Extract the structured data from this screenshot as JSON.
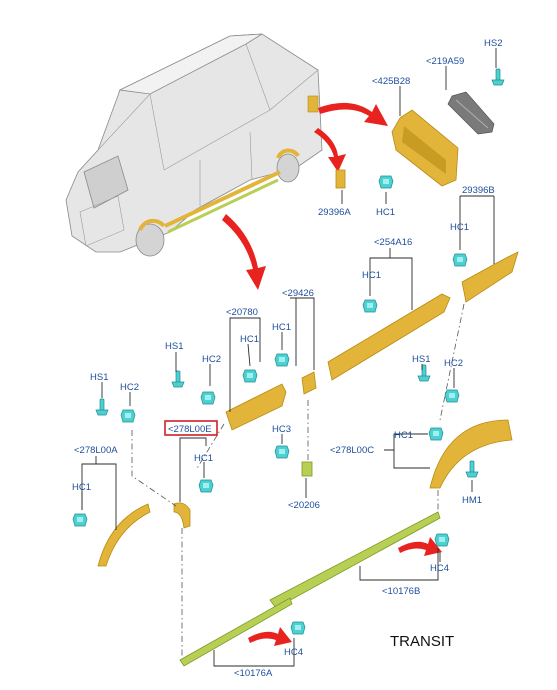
{
  "title": "TRANSIT",
  "colors": {
    "label": "#1f4e9c",
    "part": "#e2b53a",
    "green_part": "#b7cf55",
    "clip": "#4fcfcf",
    "arrow": "#e8231f",
    "highlight": "#d21f26"
  },
  "labels": {
    "hs2": "HS2",
    "l219a59": "<219A59",
    "l425b28": "<425B28",
    "hc1_top": "HC1",
    "l29396a": "29396A",
    "l29396b": "29396B",
    "hc1_right": "HC1",
    "l254a16": "<254A16",
    "hc1_mid": "HC1",
    "l29426": "<29426",
    "l20780": "<20780",
    "hc1_20780": "HC1",
    "hc1_29426": "HC1",
    "hs1_left": "HS1",
    "hc2_left": "HC2",
    "hs1_center": "HS1",
    "hc2_center": "HC2",
    "l278l00e": "<278L00E",
    "hc1_278l00e": "HC1",
    "l278l00a": "<278L00A",
    "hc1_278l00a": "HC1",
    "hc3": "HC3",
    "l20206": "<20206",
    "hs1_right": "HS1",
    "hc2_right": "HC2",
    "l278l00c": "<278L00C",
    "hc1_278l00c": "HC1",
    "hm1": "HM1",
    "hc4_right": "HC4",
    "l10176b": "<10176B",
    "hc4_left": "HC4",
    "l10176a": "<10176A"
  }
}
